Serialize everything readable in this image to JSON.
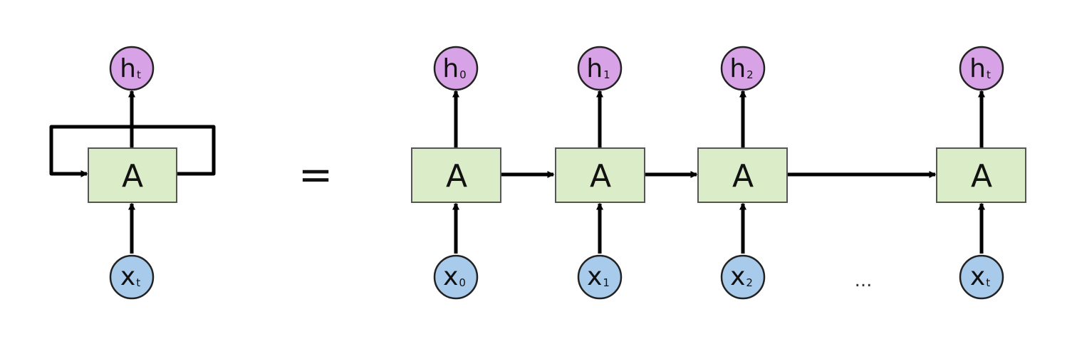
{
  "colors": {
    "cell_fill": "#dbecc8",
    "cell_stroke": "#555555",
    "output_fill": "#d8a3e6",
    "input_fill": "#a8cbec",
    "arrow": "#000000"
  },
  "rolled": {
    "cell_label": "A",
    "output": {
      "base": "h",
      "sub": "t"
    },
    "input": {
      "base": "x",
      "sub": "t"
    }
  },
  "equals_sign": "=",
  "unrolled": {
    "cells": [
      {
        "cell_label": "A",
        "output": {
          "base": "h",
          "sub": "0"
        },
        "input": {
          "base": "x",
          "sub": "0"
        }
      },
      {
        "cell_label": "A",
        "output": {
          "base": "h",
          "sub": "1"
        },
        "input": {
          "base": "x",
          "sub": "1"
        }
      },
      {
        "cell_label": "A",
        "output": {
          "base": "h",
          "sub": "2"
        },
        "input": {
          "base": "x",
          "sub": "2"
        }
      },
      {
        "cell_label": "A",
        "output": {
          "base": "h",
          "sub": "t"
        },
        "input": {
          "base": "x",
          "sub": "t"
        }
      }
    ],
    "ellipsis": "..."
  }
}
